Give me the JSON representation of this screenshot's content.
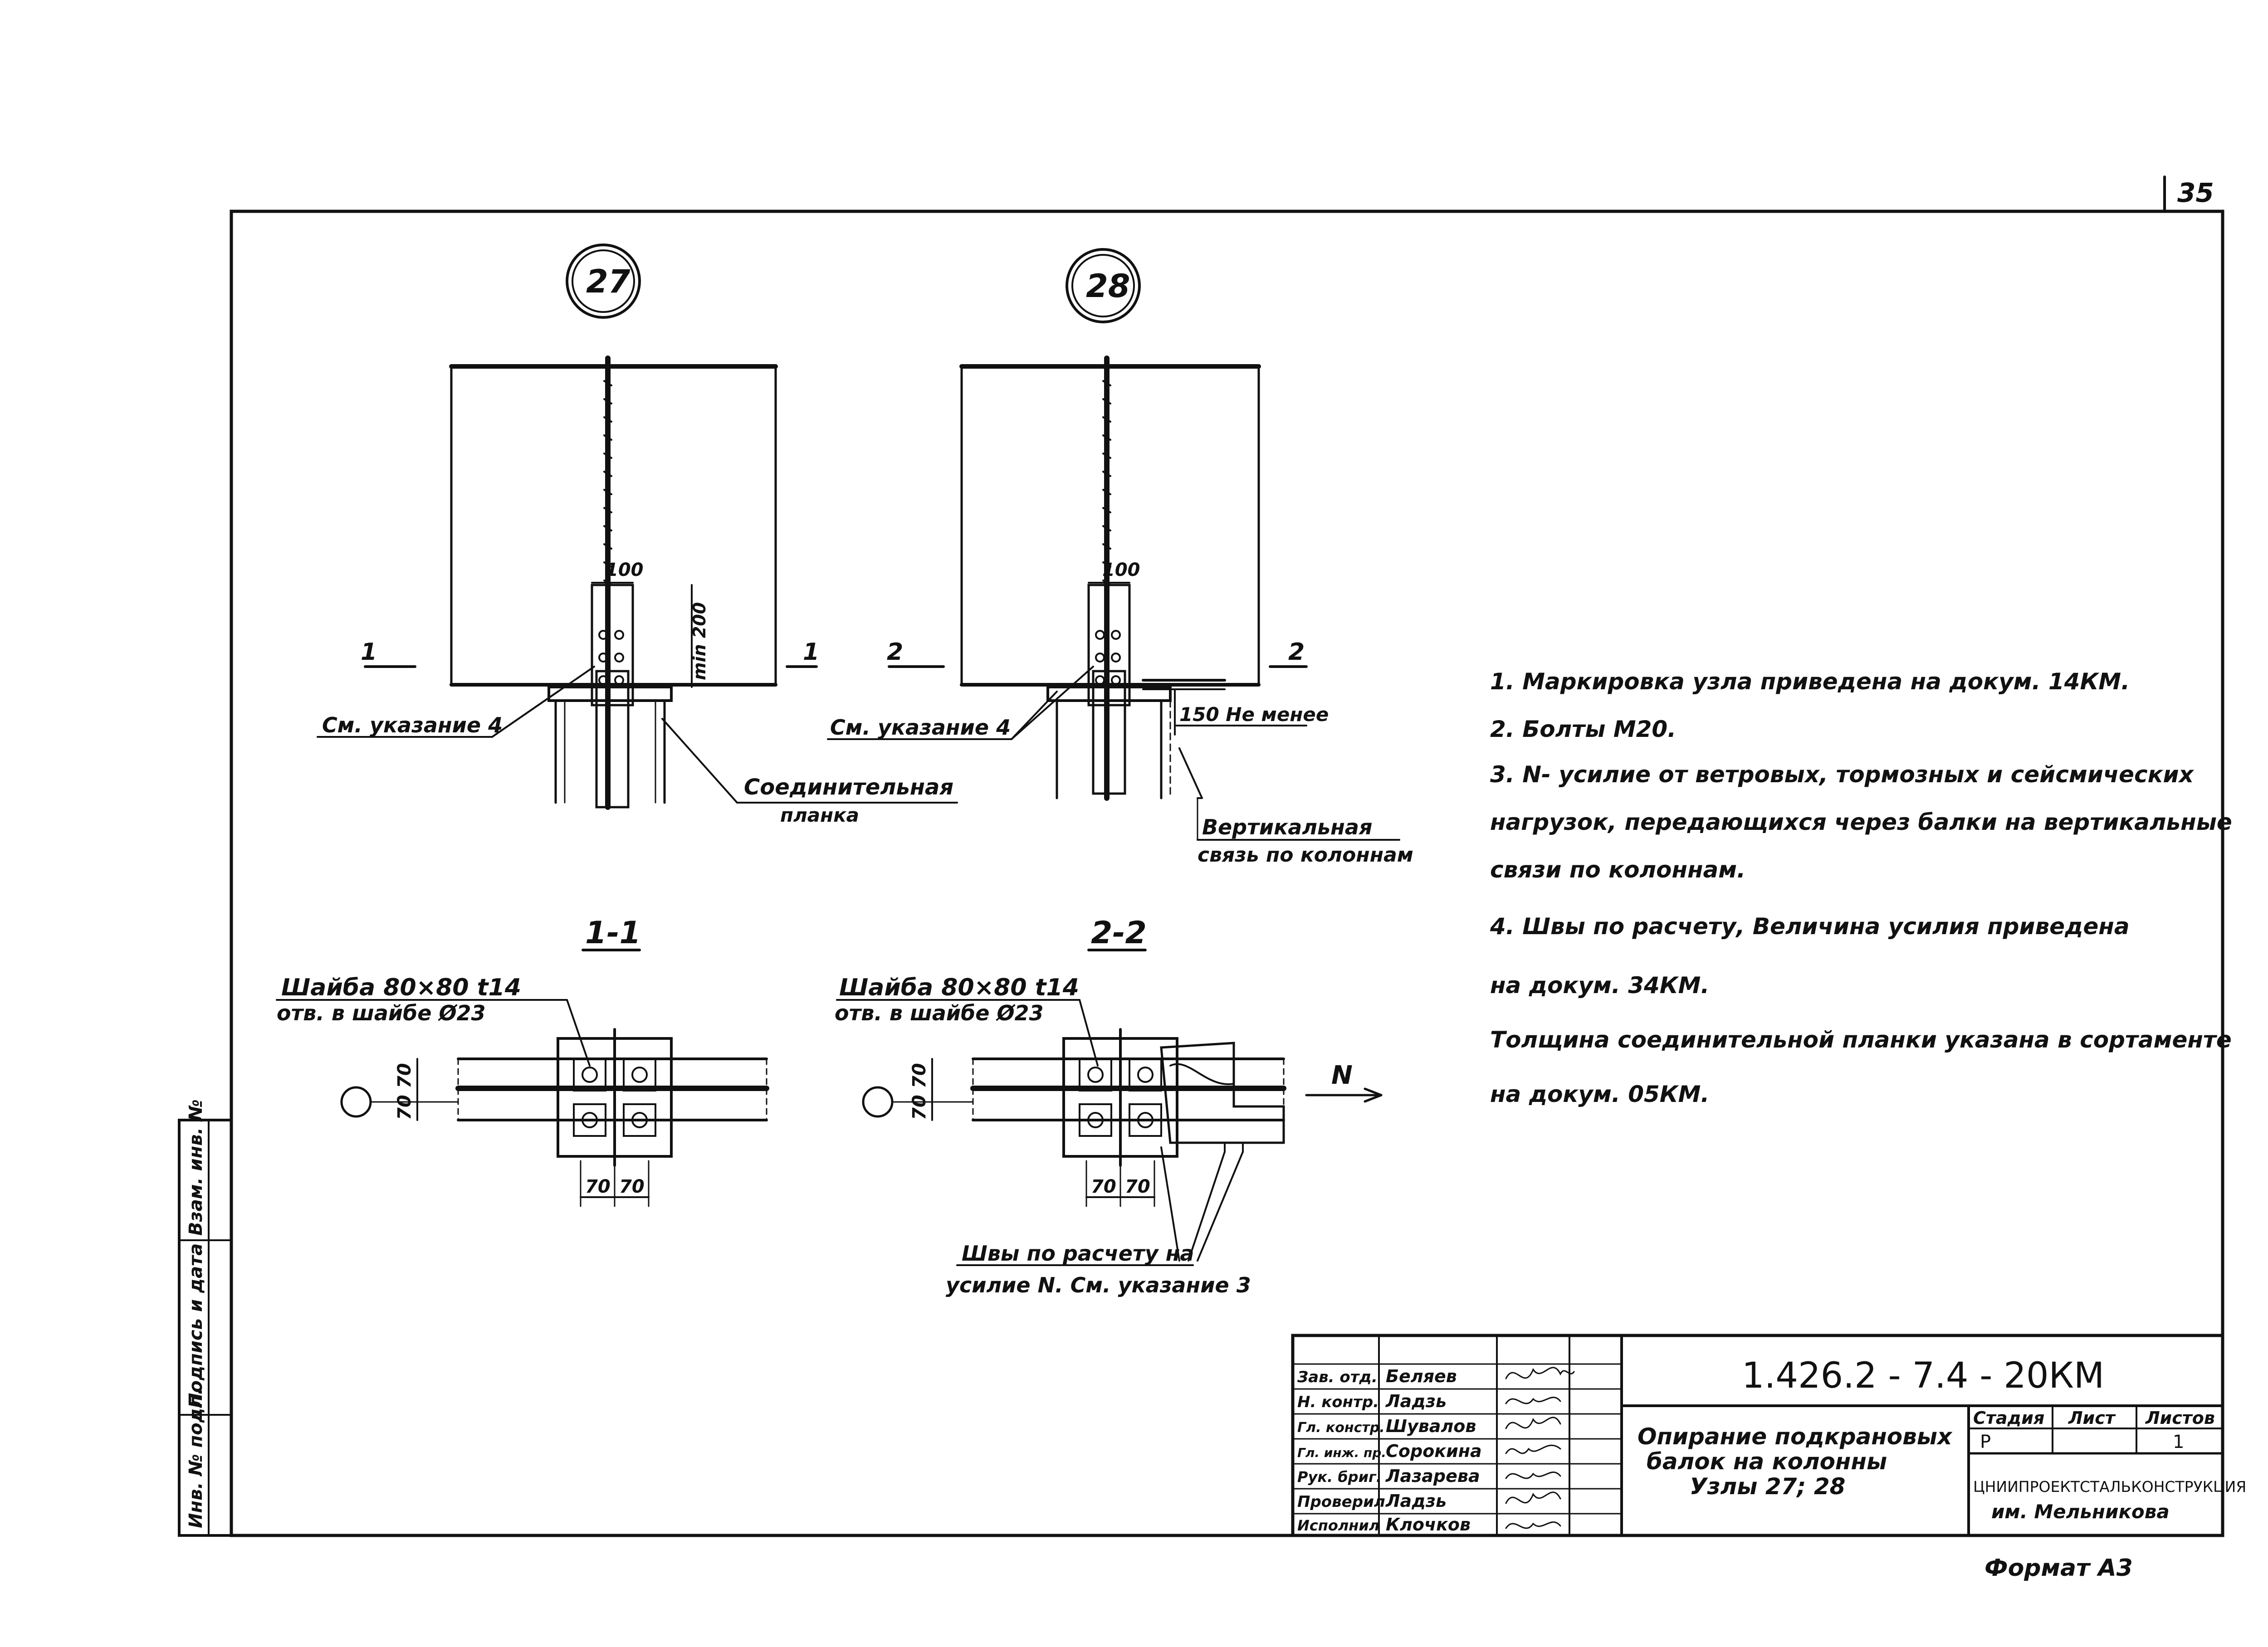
{
  "page": {
    "number": "35",
    "format_label": "Формат А3"
  },
  "nodes": {
    "node27": {
      "number": "27",
      "dim_top": "100",
      "dim_side": "min 200",
      "cut_label_left": "1",
      "cut_label_right": "1",
      "callout_ref": "См. указание 4",
      "callout_plate": "Соединительная",
      "callout_plate2": "планка"
    },
    "node28": {
      "number": "28",
      "dim_top": "100",
      "cut_label_left": "2",
      "cut_label_right": "2",
      "callout_ref": "См. указание 4",
      "callout_min": "150 Не менее",
      "callout_brace": "Вертикальная",
      "callout_brace2": "связь по колоннам"
    }
  },
  "sections": {
    "s11": {
      "title": "1-1",
      "washer": "Шайба 80×80 t14",
      "washer_hole": "отв. в шайбе Ø23",
      "dim_a": "70",
      "dim_b": "70",
      "dim_c": "70",
      "dim_d": "70"
    },
    "s22": {
      "title": "2-2",
      "washer": "Шайба 80×80 t14",
      "washer_hole": "отв. в шайбе Ø23",
      "dim_a": "70",
      "dim_b": "70",
      "dim_c": "70",
      "dim_d": "70",
      "force_label": "N",
      "weld_note": "Швы по расчету на",
      "weld_note2": "усилие N. См. указание 3"
    }
  },
  "notes": [
    "1. Маркировка узла приведена на докум. 14КМ.",
    "2. Болты М20.",
    "3. N- усилие от ветровых, тормозных и сейсмических",
    "нагрузок, передающихся через балки на вертикальные",
    "связи по колоннам.",
    "4. Швы по расчету, Величина усилия приведена",
    "на докум. 34КМ.",
    "Толщина соединительной планки указана в сортаменте",
    "на докум. 05КМ."
  ],
  "stamp": {
    "code": "1.426.2 - 7.4 - 20КМ",
    "title_lines": [
      "Опирание подкрановых",
      "балок на колонны",
      "Узлы 27; 28"
    ],
    "stage_header": "Стадия",
    "sheet_header": "Лист",
    "sheets_header": "Листов",
    "stage": "Р",
    "sheet": "",
    "sheets": "1",
    "org": "ЦНИИПРОЕКТСТАЛЬКОНСТРУКЦИЯ",
    "org2": "им. Мельникова",
    "roles": [
      {
        "role": "Зав. отд.",
        "name": "Беляев"
      },
      {
        "role": "Н. контр.",
        "name": "Ладзь"
      },
      {
        "role": "Гл. констр.",
        "name": "Шувалов"
      },
      {
        "role": "Гл. инж. пр.",
        "name": "Сорокина"
      },
      {
        "role": "Рук. бриг.",
        "name": "Лазарева"
      },
      {
        "role": "Проверил",
        "name": "Ладзь"
      },
      {
        "role": "Исполнил",
        "name": "Клочков"
      }
    ]
  },
  "side_stamp": [
    "Инв. № подл.",
    "Подпись и дата",
    "Взам. инв. №"
  ],
  "colors": {
    "ink": "#111111",
    "paper": "#ffffff"
  }
}
